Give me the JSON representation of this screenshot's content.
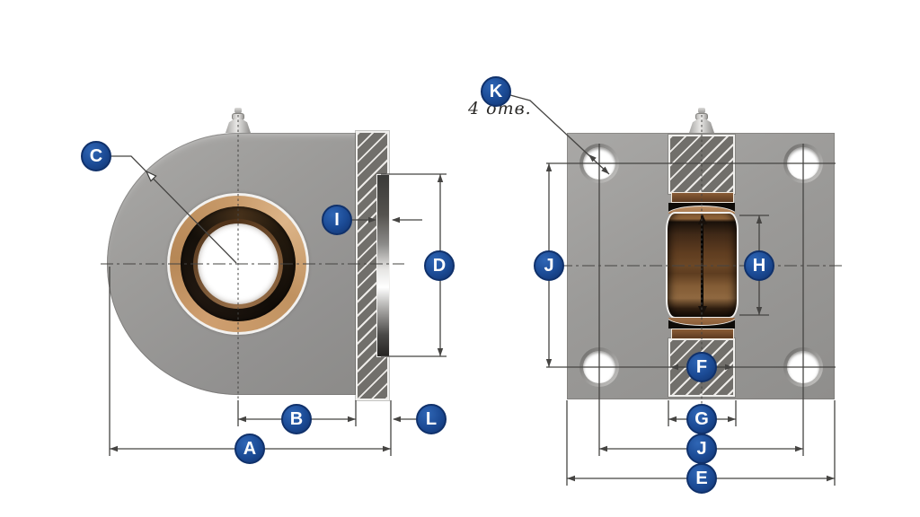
{
  "labels": {
    "a": "A",
    "b": "B",
    "c": "C",
    "d": "D",
    "e": "E",
    "f": "F",
    "g": "G",
    "h": "H",
    "i": "I",
    "j": "J",
    "k": "K",
    "l": "L"
  },
  "annotations": {
    "holes_note": "4 отв."
  },
  "colors": {
    "badge_blue": "#1b4a94",
    "linework": "#454442",
    "housing_gray": "#9a9997",
    "hatch_gray": "#716f6b",
    "bronze_ring": "#c59a6d",
    "background": "#ffffff"
  }
}
